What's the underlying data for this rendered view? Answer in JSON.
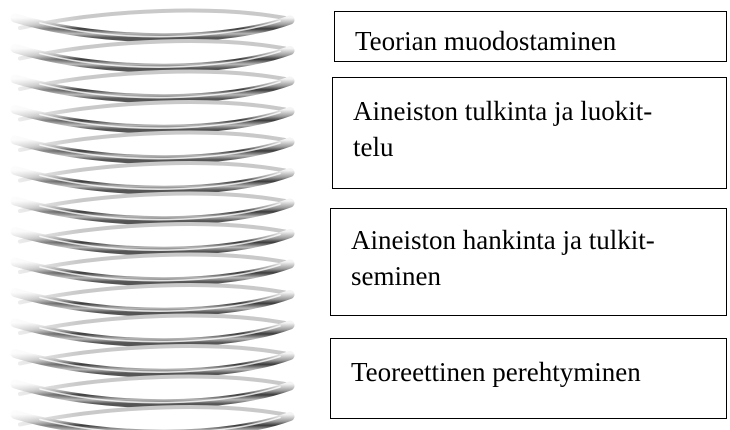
{
  "stages": [
    {
      "label": "Teorian muodostaminen"
    },
    {
      "label": "Aineiston tulkinta ja luokit-\ntelu"
    },
    {
      "label": "Aineiston hankinta ja tulkit-\nseminen"
    },
    {
      "label": "Teoreettinen perehtyminen"
    }
  ]
}
